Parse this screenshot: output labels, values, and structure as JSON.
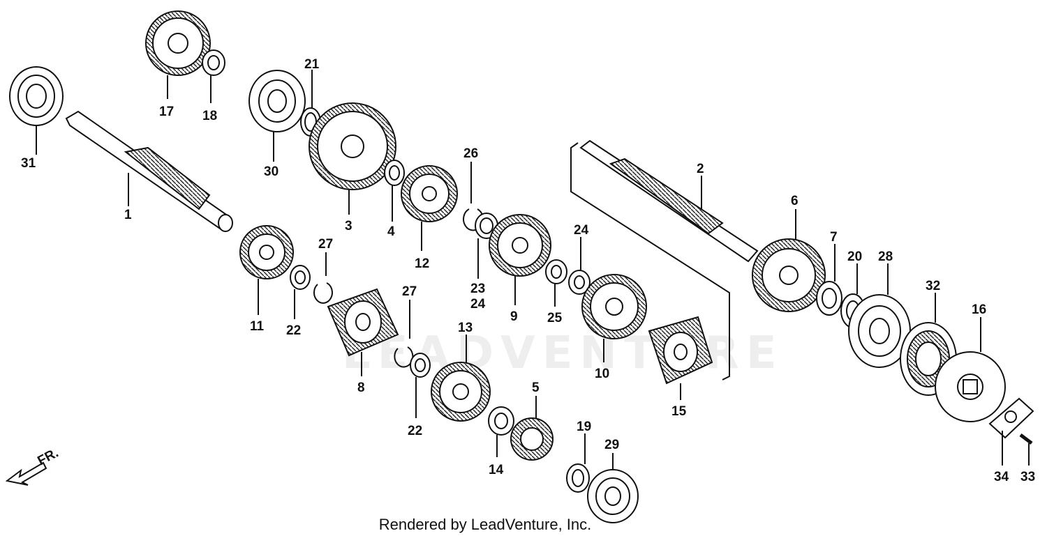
{
  "watermark_text": "LEADVENTURE",
  "footer_text": "Rendered by LeadVenture, Inc.",
  "direction_label": "FR.",
  "callouts": {
    "c1": "1",
    "c2": "2",
    "c3": "3",
    "c4": "4",
    "c5": "5",
    "c6": "6",
    "c7": "7",
    "c8": "8",
    "c9": "9",
    "c10": "10",
    "c11": "11",
    "c12": "12",
    "c13": "13",
    "c14": "14",
    "c15": "15",
    "c16": "16",
    "c17": "17",
    "c18": "18",
    "c19": "19",
    "c20": "20",
    "c21": "21",
    "c22a": "22",
    "c22b": "22",
    "c23": "23",
    "c24a": "24",
    "c24b": "24",
    "c25": "25",
    "c26": "26",
    "c27a": "27",
    "c27b": "27",
    "c28": "28",
    "c29": "29",
    "c30": "30",
    "c31": "31",
    "c32": "32",
    "c33": "33",
    "c34": "34"
  }
}
